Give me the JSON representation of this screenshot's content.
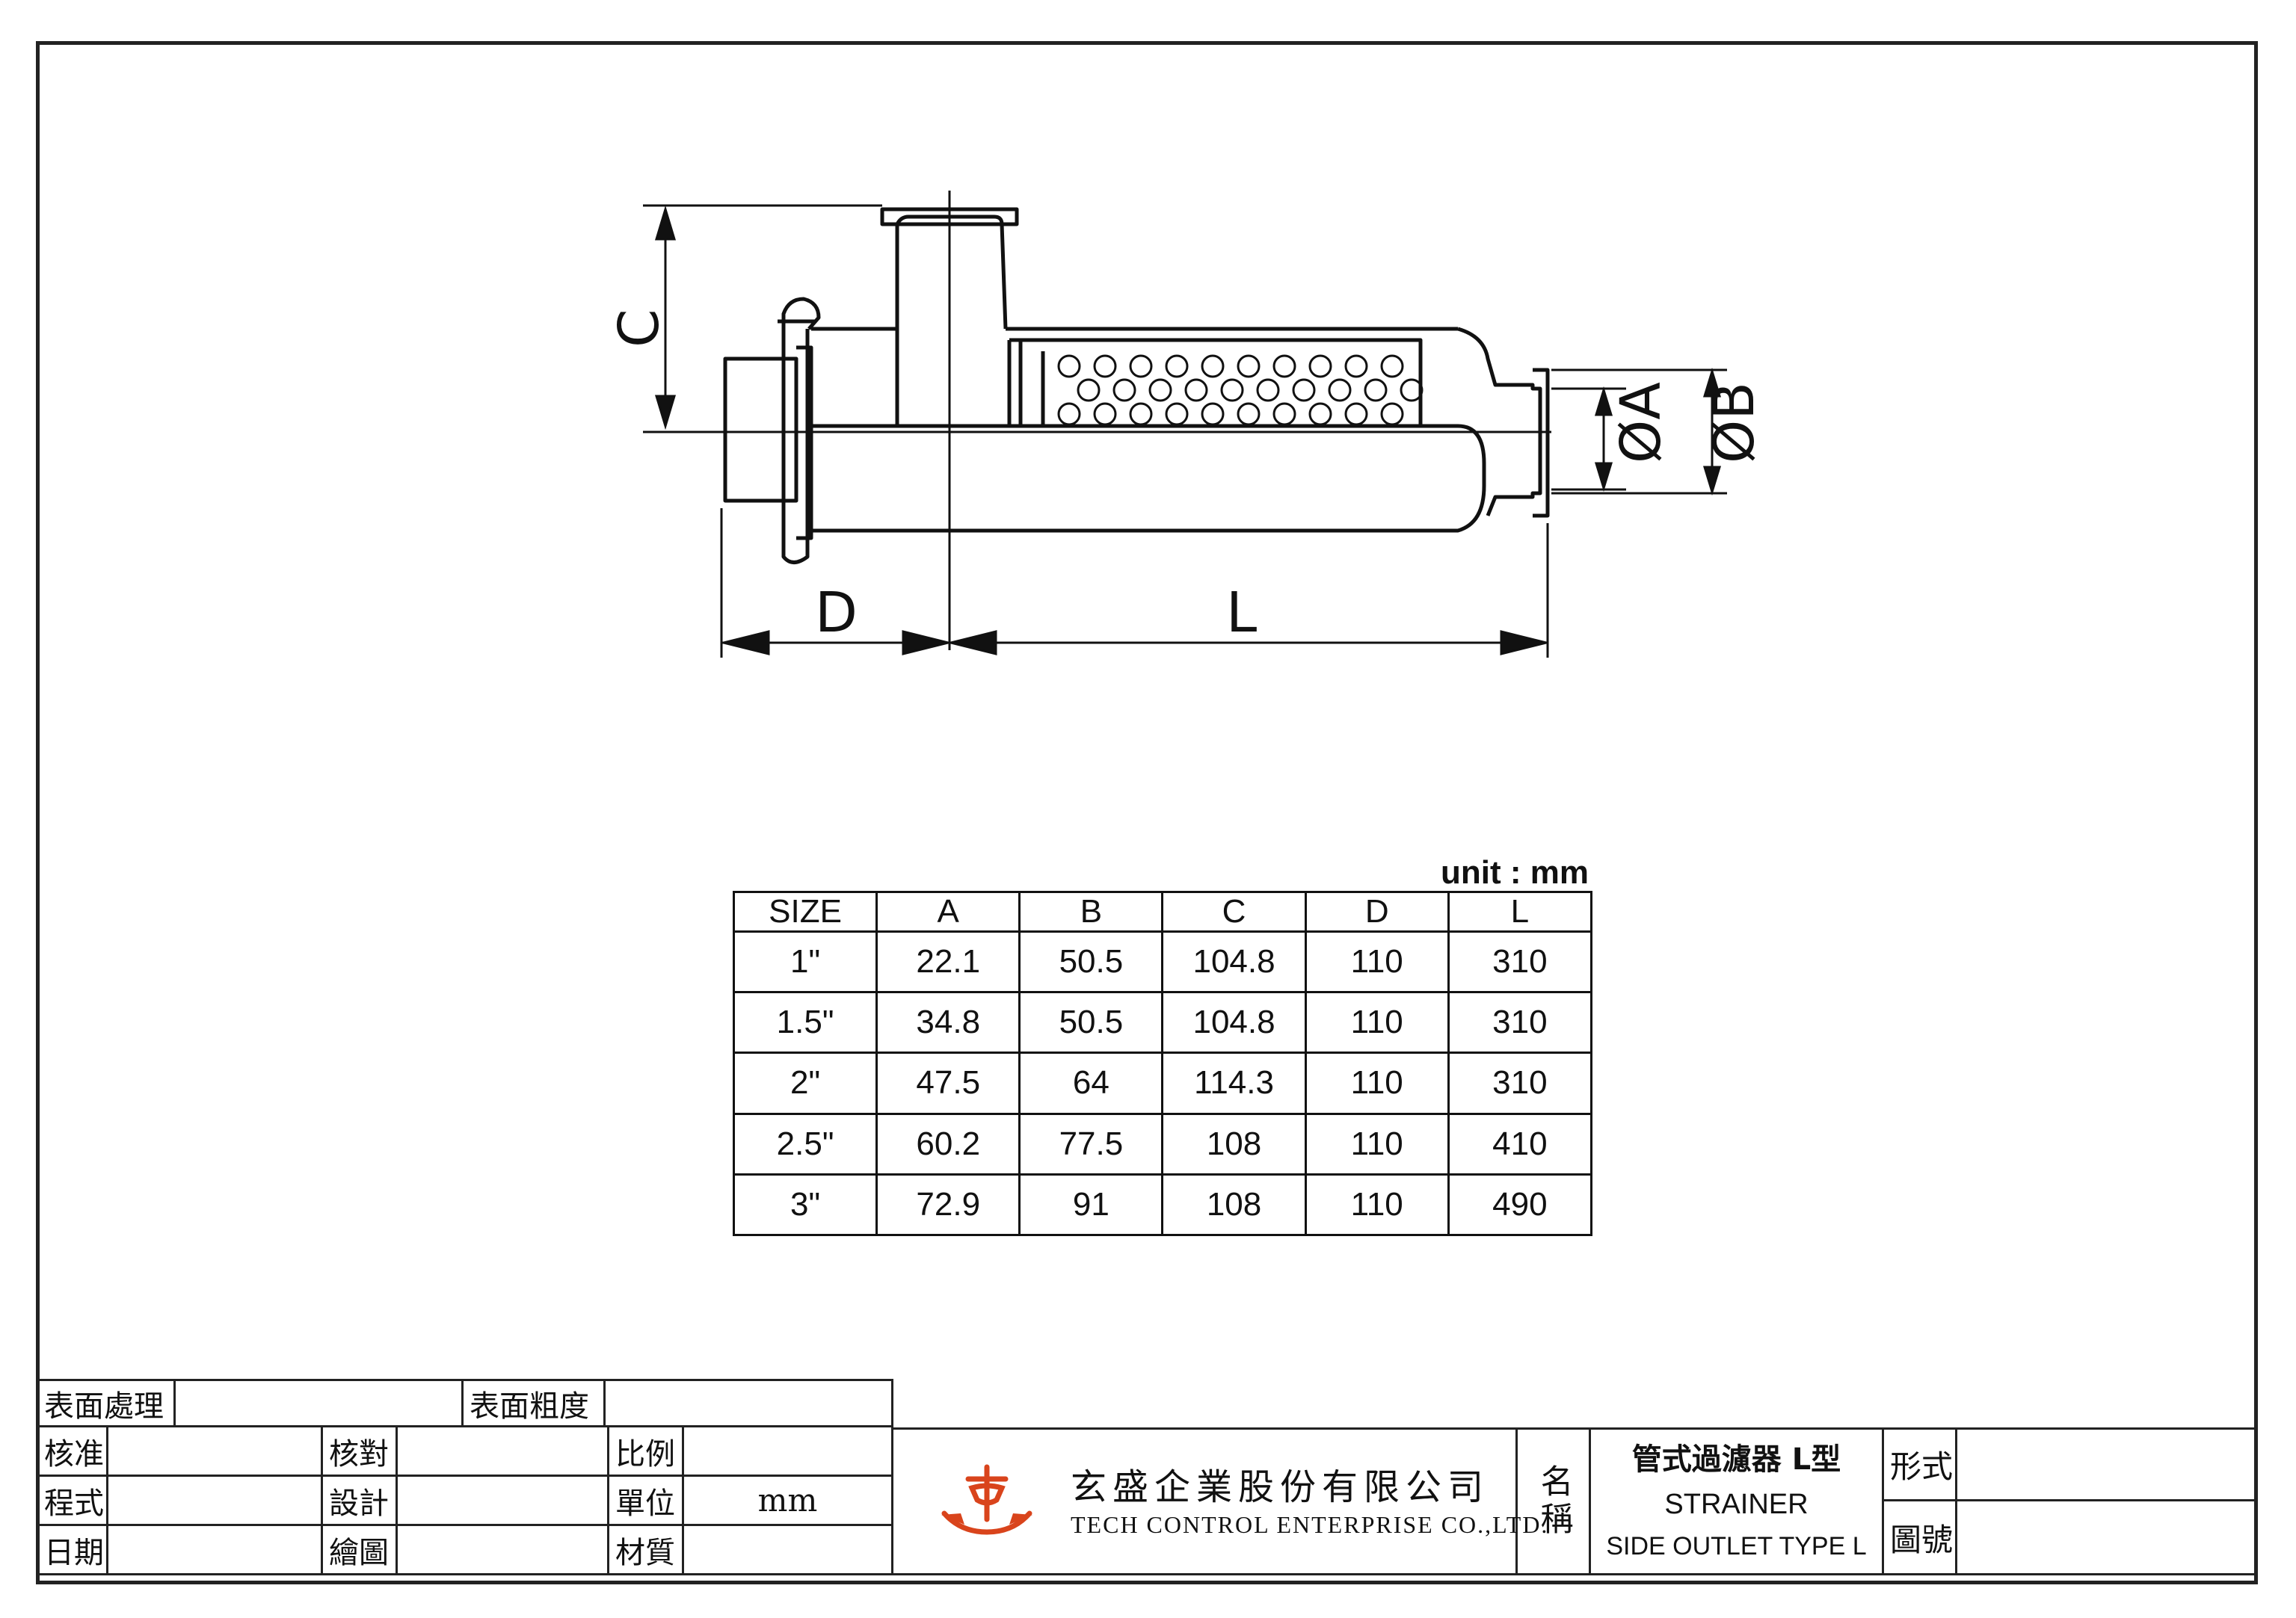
{
  "drawing": {
    "dim_labels": {
      "c": "C",
      "d": "D",
      "l": "L",
      "a": "ØA",
      "b": "ØB"
    }
  },
  "table": {
    "unit": "unit : mm",
    "headers": [
      "SIZE",
      "A",
      "B",
      "C",
      "D",
      "L"
    ],
    "rows": [
      [
        "1\"",
        "22.1",
        "50.5",
        "104.8",
        "110",
        "310"
      ],
      [
        "1.5\"",
        "34.8",
        "50.5",
        "104.8",
        "110",
        "310"
      ],
      [
        "2\"",
        "47.5",
        "64",
        "114.3",
        "110",
        "310"
      ],
      [
        "2.5\"",
        "60.2",
        "77.5",
        "108",
        "110",
        "410"
      ],
      [
        "3\"",
        "72.9",
        "91",
        "108",
        "110",
        "490"
      ]
    ]
  },
  "title_block": {
    "surface_treatment": "表面處理",
    "surface_roughness": "表面粗度",
    "approve": "核准",
    "check": "核對",
    "scale": "比例",
    "program": "程式",
    "design": "設計",
    "unit_label": "單位",
    "unit_value": "mm",
    "date": "日期",
    "drawn": "繪圖",
    "material": "材質",
    "company_cn": "玄盛企業股份有限公司",
    "company_en": "TECH CONTROL ENTERPRISE CO.,LTD.",
    "name_label": "名稱",
    "title_cn": "管式過濾器 L型",
    "title_en_1": "STRAINER",
    "title_en_2": "SIDE OUTLET TYPE L",
    "type_label": "形式",
    "drawing_no_label": "圖號",
    "colors": {
      "logo": "#d9441c",
      "line": "#222222"
    }
  }
}
